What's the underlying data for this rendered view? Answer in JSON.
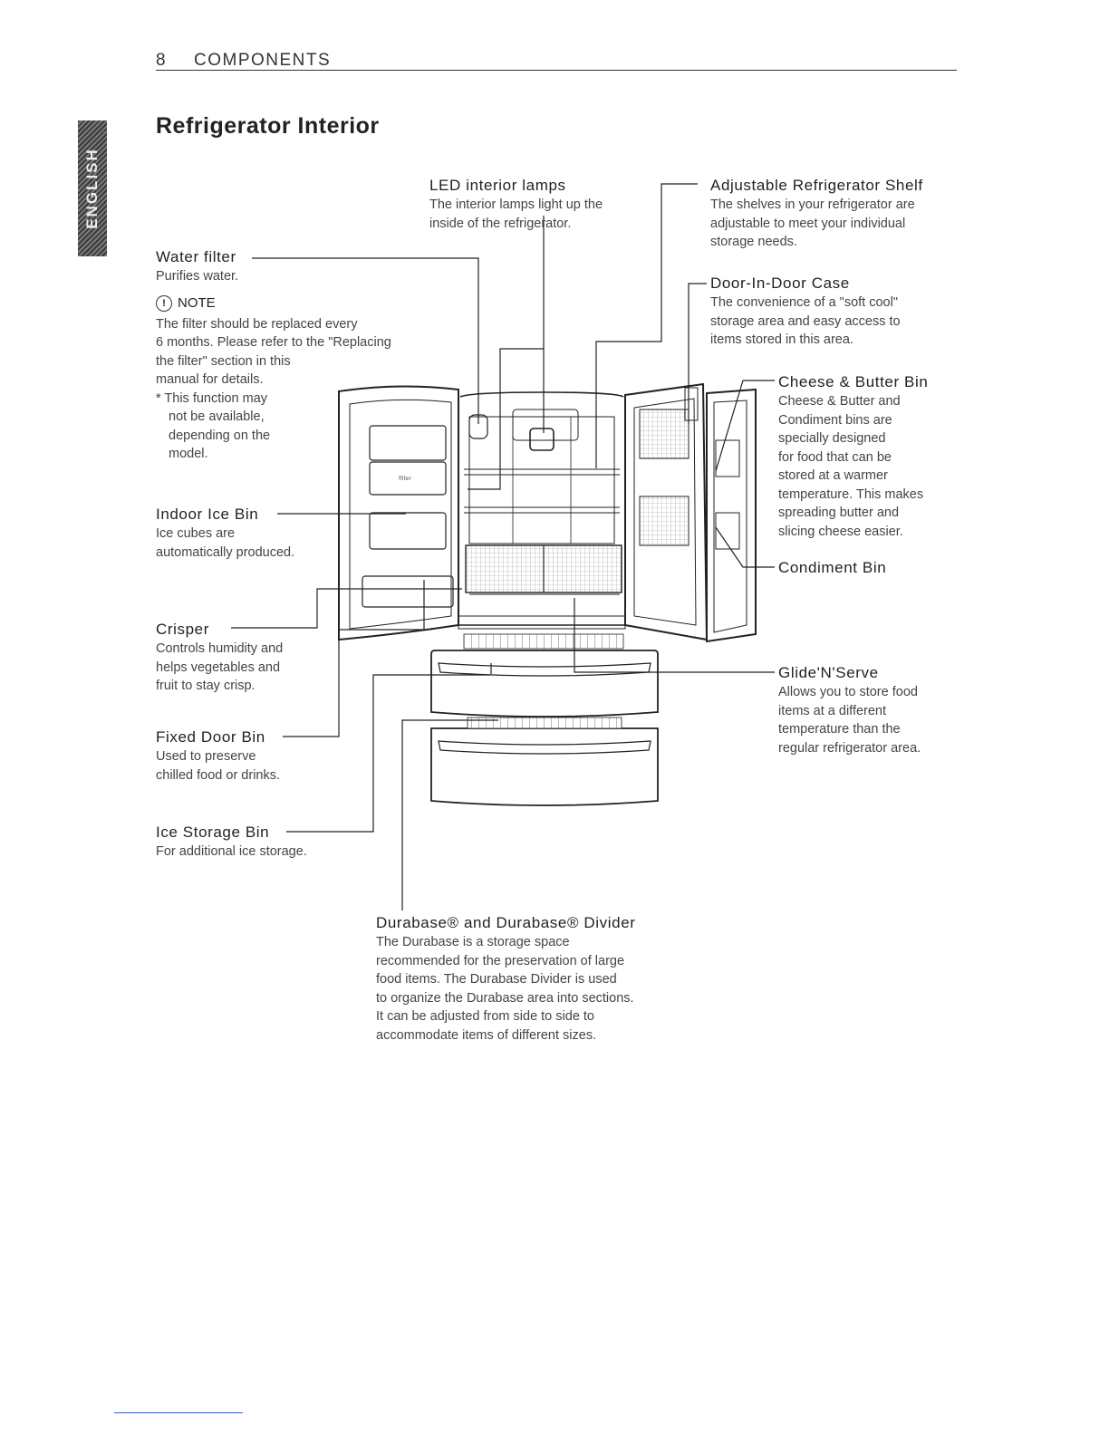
{
  "header": {
    "page_number": "8",
    "section": "COMPONENTS"
  },
  "language_tab": "ENGLISH",
  "title": "Refrigerator Interior",
  "labels": {
    "led": {
      "title": "LED interior lamps",
      "desc": [
        "The interior lamps light up the",
        "inside of the refrigerator."
      ]
    },
    "shelf": {
      "title": "Adjustable Refrigerator Shelf",
      "desc": [
        "The shelves in your refrigerator are",
        "adjustable to meet your individual",
        "storage needs."
      ]
    },
    "water": {
      "title": "Water filter",
      "desc": [
        "Purifies water."
      ]
    },
    "note": {
      "title": "NOTE",
      "desc": [
        "The filter should be replaced every",
        "6 months. Please refer to the \"Replacing",
        "the filter\" section in this",
        "manual for details."
      ],
      "asterisk": [
        "* This function may",
        "not be available,",
        "depending on the",
        "model."
      ]
    },
    "did": {
      "title": "Door-In-Door Case",
      "desc": [
        "The convenience of a \"soft cool\"",
        "storage area and easy access to",
        "items stored in this area."
      ]
    },
    "cheese": {
      "title": "Cheese & Butter Bin",
      "desc": [
        "Cheese & Butter and",
        "Condiment bins are",
        "specially designed",
        "for food that can be",
        "stored at a warmer",
        "temperature. This makes",
        "spreading butter and",
        "slicing cheese easier."
      ]
    },
    "indoor_ice": {
      "title": "Indoor Ice Bin",
      "desc": [
        "Ice cubes are",
        "automatically produced."
      ]
    },
    "condiment": {
      "title": "Condiment Bin"
    },
    "crisper": {
      "title": "Crisper",
      "desc": [
        "Controls humidity and",
        "helps vegetables and",
        "fruit to stay crisp."
      ]
    },
    "glide": {
      "title": "Glide'N'Serve",
      "desc": [
        "Allows you to store food",
        "items at a different",
        "temperature than the",
        "regular refrigerator area."
      ]
    },
    "fixed_door": {
      "title": "Fixed Door Bin",
      "desc": [
        "Used to preserve",
        "chilled food or drinks."
      ]
    },
    "ice_storage": {
      "title": "Ice Storage Bin",
      "desc": [
        "For additional ice storage."
      ]
    },
    "durabase": {
      "title": "Durabase® and Durabase® Divider",
      "desc": [
        "The Durabase is a storage space",
        "recommended for the preservation of large",
        "food items. The Durabase Divider is used",
        "to organize the Durabase area into sections.",
        "It can be adjusted from side to side to",
        "accommodate items of different sizes."
      ]
    }
  }
}
